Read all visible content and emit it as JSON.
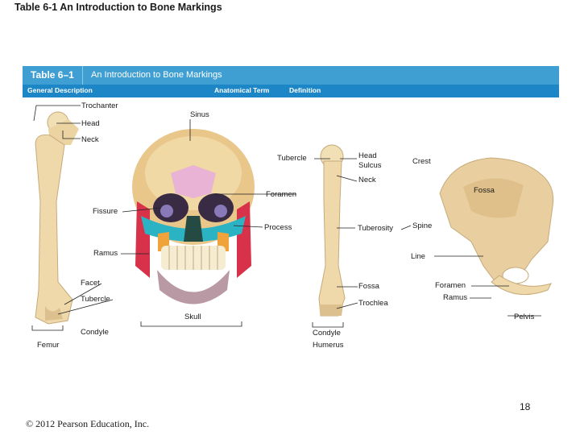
{
  "slide_title": "Table 6-1 An Introduction to Bone Markings",
  "table": {
    "number": "Table 6–1",
    "title": "An Introduction to Bone Markings",
    "columns": [
      "General Description",
      "Anatomical Term",
      "Definition"
    ]
  },
  "labels": {
    "trochanter": "Trochanter",
    "head_femur": "Head",
    "neck_femur": "Neck",
    "sinus": "Sinus",
    "tubercle_upper": "Tubercle",
    "head_humerus": "Head",
    "sulcus": "Sulcus",
    "neck_humerus": "Neck",
    "crest": "Crest",
    "fossa_pelvis": "Fossa",
    "foramen_skull": "Foramen",
    "fissure": "Fissure",
    "process": "Process",
    "tuberosity": "Tuberosity",
    "spine": "Spine",
    "ramus_femur": "Ramus",
    "line": "Line",
    "facet": "Facet",
    "fossa_humerus": "Fossa",
    "foramen_pelvis": "Foramen",
    "tubercle_lower": "Tubercle",
    "trochlea": "Trochlea",
    "ramus_pelvis": "Ramus",
    "skull": "Skull",
    "pelvis": "Pelvis",
    "condyle_femur": "Condyle",
    "condyle_humerus": "Condyle",
    "femur": "Femur",
    "humerus": "Humerus"
  },
  "page_number": "18",
  "copyright": "© 2012 Pearson Education, Inc."
}
